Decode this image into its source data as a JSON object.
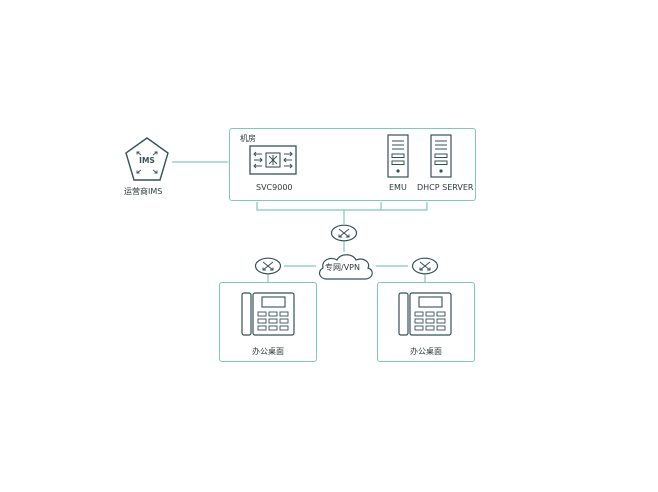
{
  "carrier": {
    "label": "运营商IMS",
    "icon_text": "IMS"
  },
  "machine_room": {
    "title": "机房",
    "svc_label": "SVC9000",
    "emu_label": "EMU",
    "dhcp_label": "DHCP SERVER"
  },
  "network": {
    "label": "专网/VPN"
  },
  "desks": [
    {
      "label": "办公桌面"
    },
    {
      "label": "办公桌面"
    }
  ],
  "colors": {
    "accent": "#5fb9ab",
    "line": "#7fc8bc",
    "icon": "#355157",
    "text": "#2e3a3c"
  }
}
